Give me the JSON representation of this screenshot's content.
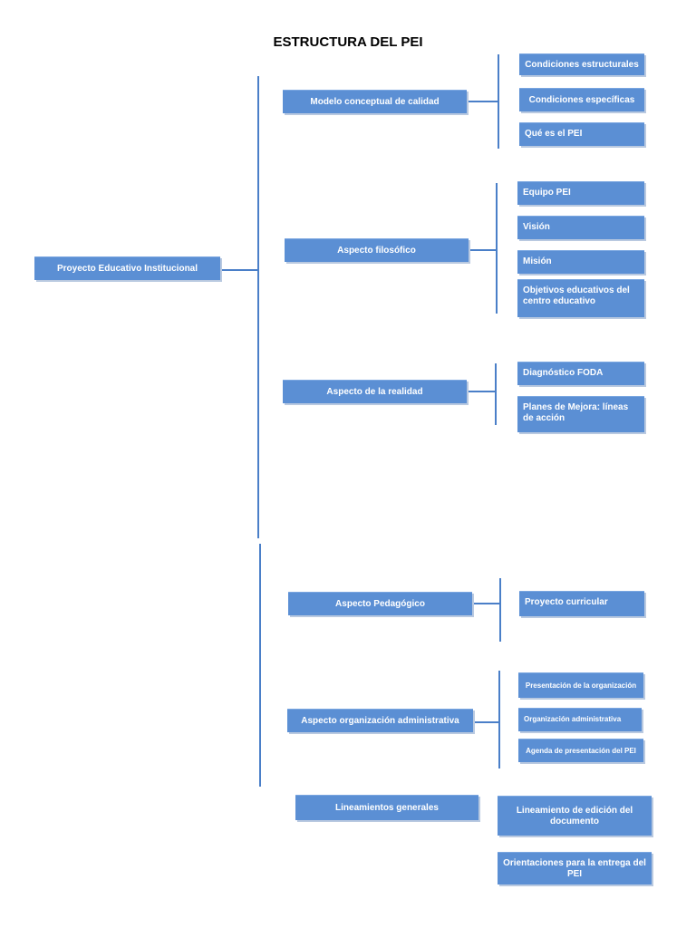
{
  "title": "ESTRUCTURA DEL PEI",
  "root": "Proyecto Educativo Institucional",
  "sections": {
    "modelo": {
      "label": "Modelo conceptual de calidad",
      "children": [
        "Condiciones estructurales",
        "Condiciones específicas",
        "Qué es el PEI"
      ]
    },
    "filosofico": {
      "label": "Aspecto filosófico",
      "children": [
        "Equipo PEI",
        "Visión",
        "Misión",
        "Objetivos educativos del centro educativo"
      ]
    },
    "realidad": {
      "label": "Aspecto de la realidad",
      "children": [
        "Diagnóstico FODA",
        "Planes de Mejora: líneas de acción"
      ]
    },
    "pedagogico": {
      "label": "Aspecto Pedagógico",
      "children": [
        "Proyecto curricular"
      ]
    },
    "organizacion": {
      "label": "Aspecto organización administrativa",
      "children": [
        "Presentación de la organización",
        "Organización administrativa",
        "Agenda de presentación del PEI"
      ]
    },
    "lineamientos": {
      "label": "Lineamientos generales",
      "children": [
        "Lineamiento de edición del documento",
        "Orientaciones para la entrega del PEI"
      ]
    }
  },
  "colors": {
    "box": "#5b8fd4",
    "connector": "#4a7fc8",
    "text": "#ffffff"
  }
}
